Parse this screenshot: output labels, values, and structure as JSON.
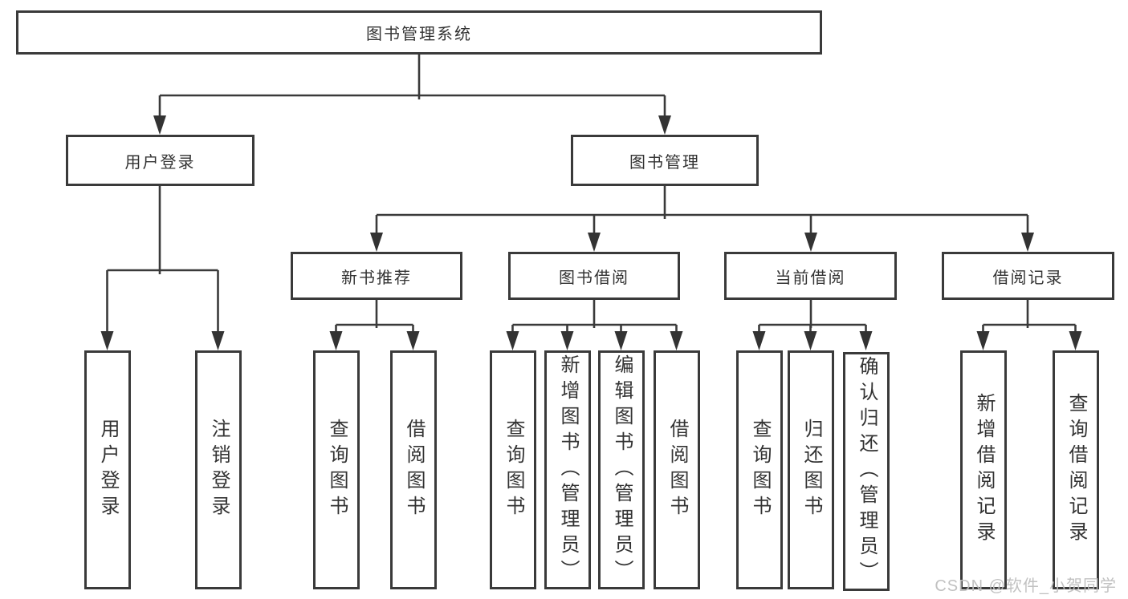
{
  "diagram": {
    "title": "图书管理系统",
    "root": {
      "label": "图书管理系统"
    },
    "branches": [
      {
        "label": "用户登录",
        "children": [
          {
            "label": "用户登录"
          },
          {
            "label": "注销登录"
          }
        ]
      },
      {
        "label": "图书管理",
        "children": [
          {
            "label": "新书推荐",
            "children": [
              {
                "label": "查询图书"
              },
              {
                "label": "借阅图书"
              }
            ]
          },
          {
            "label": "图书借阅",
            "children": [
              {
                "label": "查询图书"
              },
              {
                "label": "新增图书（管理员）"
              },
              {
                "label": "编辑图书（管理员）"
              },
              {
                "label": "借阅图书"
              }
            ]
          },
          {
            "label": "当前借阅",
            "children": [
              {
                "label": "查询图书"
              },
              {
                "label": "归还图书"
              },
              {
                "label": "确认归还（管理员）"
              }
            ]
          },
          {
            "label": "借阅记录",
            "children": [
              {
                "label": "新增借阅记录"
              },
              {
                "label": "查询借阅记录"
              }
            ]
          }
        ]
      }
    ]
  },
  "watermark": "CSDN @软件_小贺同学",
  "colors": {
    "line": "#3a3a3a",
    "text": "#333333",
    "box_background": "#ffffff",
    "watermark": "#bebebe",
    "background": "#ffffff"
  }
}
